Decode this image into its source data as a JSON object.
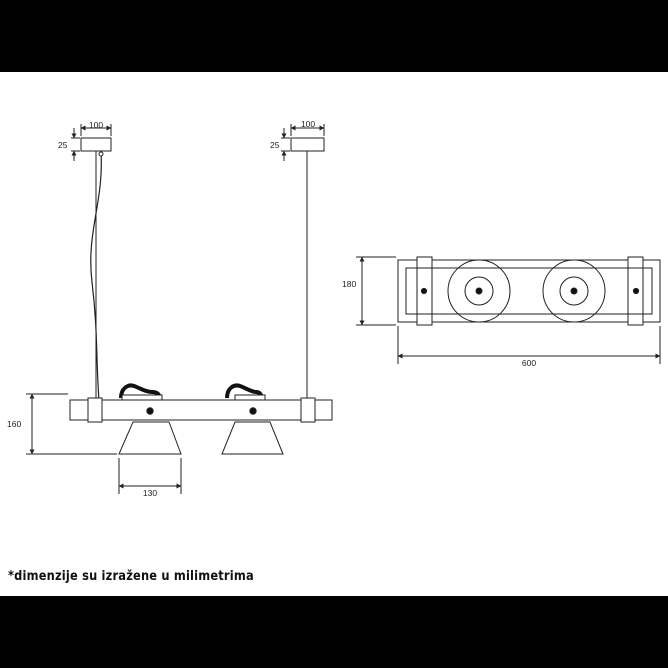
{
  "drawing": {
    "front_view": {
      "canopy_width_left": "100",
      "canopy_height_left": "25",
      "canopy_width_right": "100",
      "canopy_height_right": "25",
      "body_height": "160",
      "shade_width": "130"
    },
    "top_view": {
      "depth": "180",
      "length": "600"
    }
  },
  "footnote": "*dimenzije su izražene u milimetrima",
  "colors": {
    "line": "#222222",
    "background": "#ffffff",
    "frame": "#000000"
  }
}
